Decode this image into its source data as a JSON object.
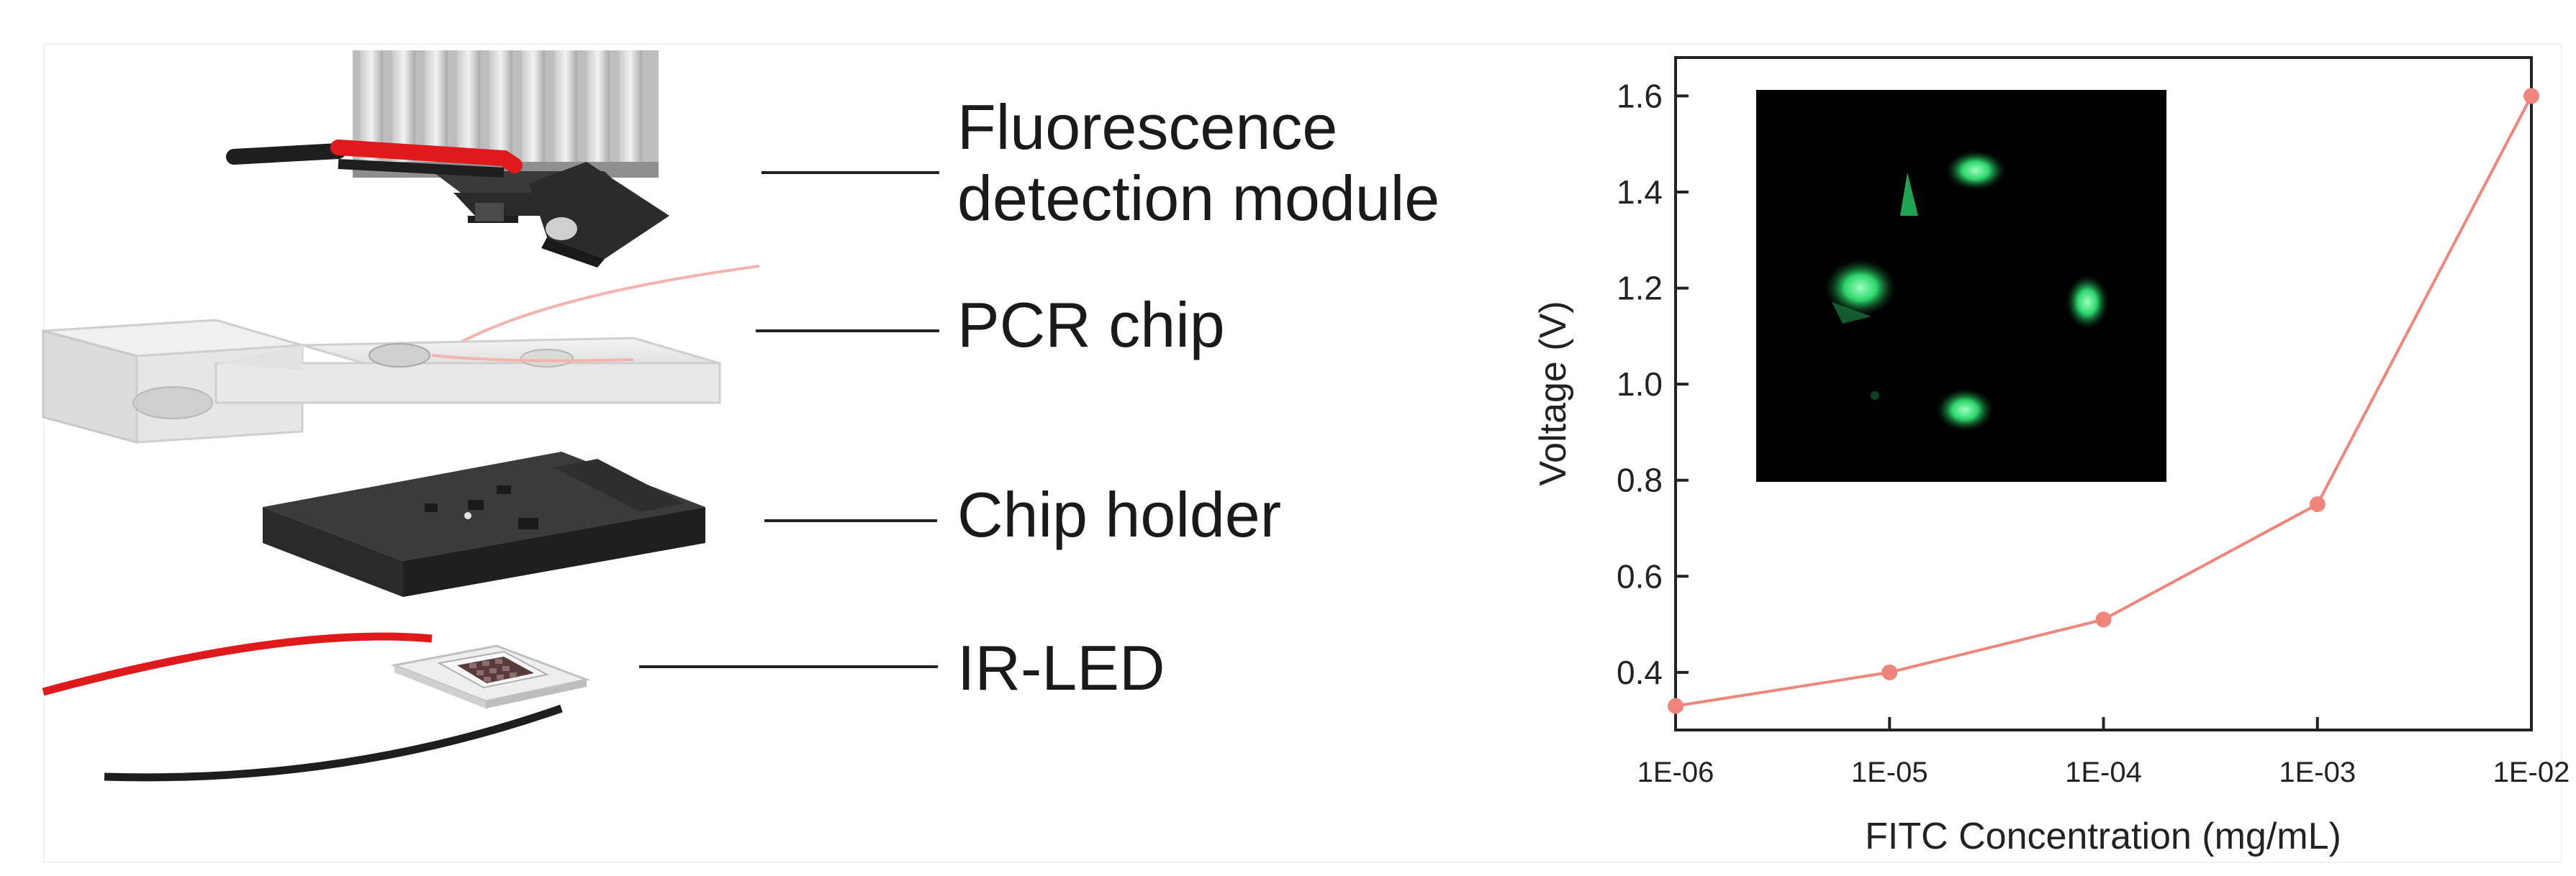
{
  "labels": {
    "fluorescence_line1": "Fluorescence",
    "fluorescence_line2": "detection module",
    "pcr_chip": "PCR chip",
    "chip_holder": "Chip holder",
    "ir_led": "IR-LED"
  },
  "colors": {
    "series": "#f0857c",
    "red_wire": "#e0191b",
    "black_wire": "#1e1e1e",
    "inset_bg": "#000000",
    "fluorescence_green": "#2bd46a"
  },
  "chart_data": {
    "type": "line",
    "title": "",
    "xlabel": "FITC Concentration (mg/mL)",
    "ylabel": "Voltage (V)",
    "xscale": "log",
    "x_tick_labels": [
      "1E-06",
      "1E-05",
      "1E-04",
      "1E-03",
      "1E-02"
    ],
    "x": [
      1e-06,
      1e-05,
      0.0001,
      0.001,
      0.01
    ],
    "y_ticks": [
      "0.4",
      "0.6",
      "0.8",
      "1.0",
      "1.2",
      "1.4",
      "1.6"
    ],
    "ylim": [
      0.28,
      1.68
    ],
    "series": [
      {
        "values": [
          0.33,
          0.4,
          0.51,
          0.75,
          1.6
        ]
      }
    ],
    "grid": false,
    "inset": "fluorescence image of chip chambers"
  }
}
